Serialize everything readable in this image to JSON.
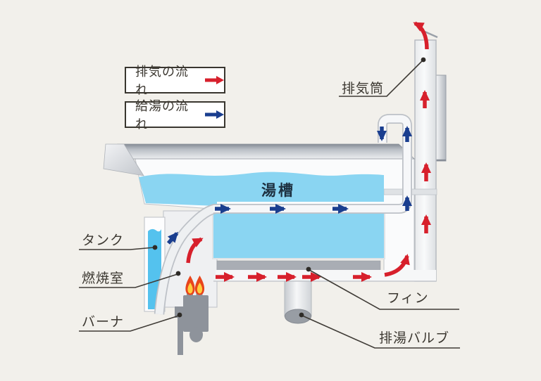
{
  "legend": {
    "exhaust_flow": {
      "label": "排気の流れ",
      "arrow_color": "#d7202c"
    },
    "supply_flow": {
      "label": "給湯の流れ",
      "arrow_color": "#1a3e8f"
    }
  },
  "part_labels": {
    "tub": "湯槽"
  },
  "callouts": {
    "exhaust_stack": "排気筒",
    "tank": "タンク",
    "combustion_chamber": "燃焼室",
    "burner": "バーナ",
    "fin": "フィン",
    "drain_valve": "排湯バルブ"
  },
  "colors": {
    "background": "#f2f0eb",
    "exhaust_arrow_red": "#d7202c",
    "supply_arrow_blue": "#1a3e8f",
    "tub_water_blue": "#8ad5f2",
    "tank_water_blue": "#54c2ee",
    "fin_gray": "#a9adb4",
    "burner_gray": "#8e939b",
    "flame_outer": "#e8441b",
    "flame_inner": "#ffce3e",
    "label_text": "#3c3831"
  }
}
